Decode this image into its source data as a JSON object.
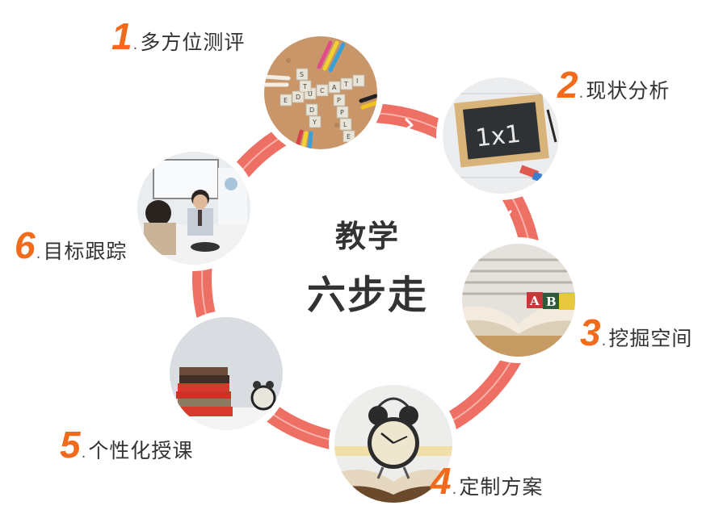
{
  "title": {
    "line1": "教学",
    "line2": "六步走"
  },
  "colors": {
    "ring": "#EE7064",
    "number": "#F26A1B",
    "text": "#333333"
  },
  "steps": [
    {
      "number": "1",
      "dot": ".",
      "label": "多方位测评",
      "image": "scrabble-tiles-education-study-apple"
    },
    {
      "number": "2",
      "dot": ".",
      "label": "现状分析",
      "image": "chalkboard-1x1"
    },
    {
      "number": "3",
      "dot": ".",
      "label": "挖掘空间",
      "image": "open-book-abc-blocks"
    },
    {
      "number": "4",
      "dot": ".",
      "label": "定制方案",
      "image": "alarm-clock-on-book"
    },
    {
      "number": "5",
      "dot": ".",
      "label": "个性化授课",
      "image": "stack-of-books-and-clock"
    },
    {
      "number": "6",
      "dot": ".",
      "label": "目标跟踪",
      "image": "business-meeting"
    }
  ],
  "ring_arrows": [
    "right",
    "down",
    "down-left",
    "left",
    "up",
    "up-right"
  ]
}
